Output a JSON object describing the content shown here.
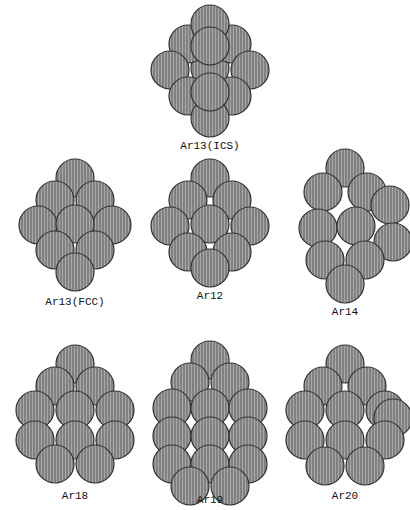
{
  "diagram": {
    "labels": [
      "Ar13(ICS)",
      "Ar13(FCC)",
      "Ar12",
      "Ar14",
      "Ar18",
      "Ar19",
      "Ar20"
    ]
  }
}
